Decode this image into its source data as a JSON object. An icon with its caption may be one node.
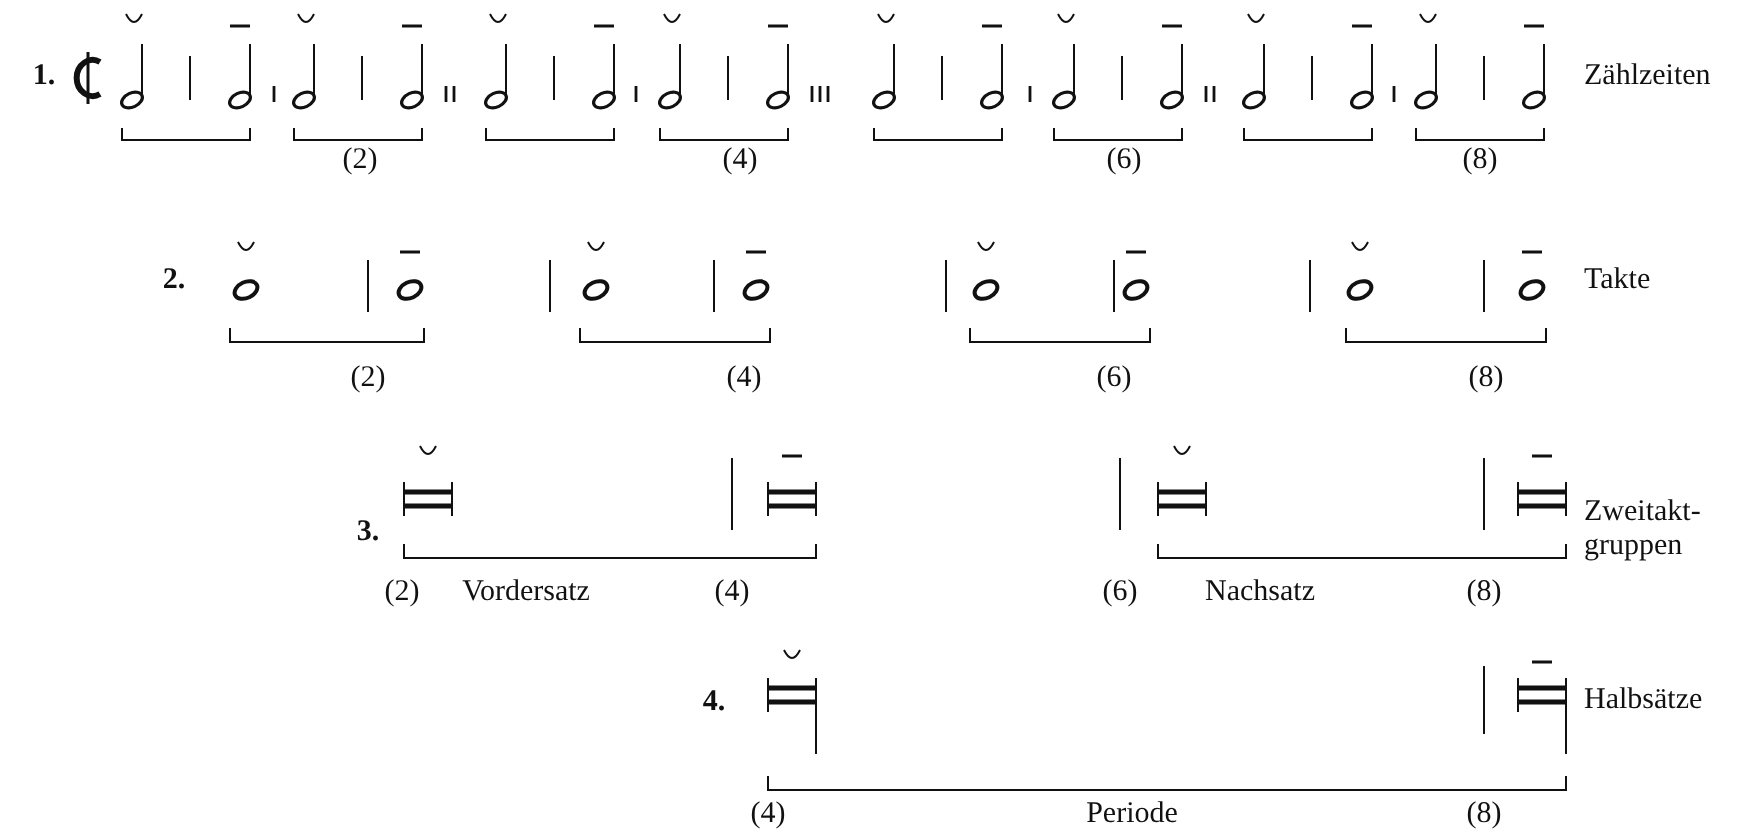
{
  "diagram": {
    "labels": [
      "1.",
      "Zählzeiten",
      "(2)",
      "(4)",
      "(6)",
      "(8)",
      "2.",
      "Takte",
      "(2)",
      "(4)",
      "(6)",
      "(8)",
      "3.",
      "Zweitakt-gruppen",
      "(2)",
      "Vordersatz",
      "(4)",
      "(6)",
      "Nachsatz",
      "(8)",
      "4.",
      "Halbsätze",
      "(4)",
      "Periode",
      "(8)"
    ]
  }
}
